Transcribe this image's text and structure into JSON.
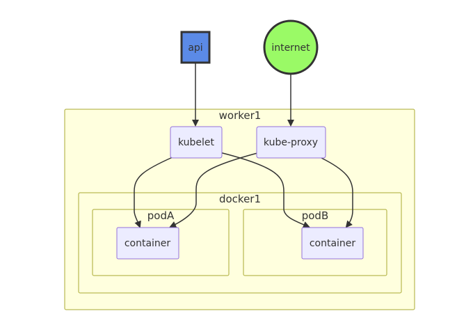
{
  "colors": {
    "api_fill": "#5b8ae6",
    "api_stroke": "#333333",
    "internet_fill": "#9afa66",
    "internet_stroke": "#333333",
    "cluster_fill": "#ffffde",
    "cluster_stroke": "#aaaa33",
    "node_fill": "#ececff",
    "node_stroke": "#9370db",
    "edge": "#333333"
  },
  "external": {
    "api": "api",
    "internet": "internet"
  },
  "clusters": {
    "worker1": "worker1",
    "docker1": "docker1",
    "podA": "podA",
    "podB": "podB"
  },
  "nodes": {
    "kubelet": "kubelet",
    "kube_proxy": "kube-proxy",
    "container_a": "container",
    "container_b": "container"
  },
  "edges": [
    {
      "from": "api",
      "to": "kubelet"
    },
    {
      "from": "internet",
      "to": "kube-proxy"
    },
    {
      "from": "kubelet",
      "to": "podA.container"
    },
    {
      "from": "kubelet",
      "to": "podB.container"
    },
    {
      "from": "kube-proxy",
      "to": "podA.container"
    },
    {
      "from": "kube-proxy",
      "to": "podB.container"
    }
  ]
}
